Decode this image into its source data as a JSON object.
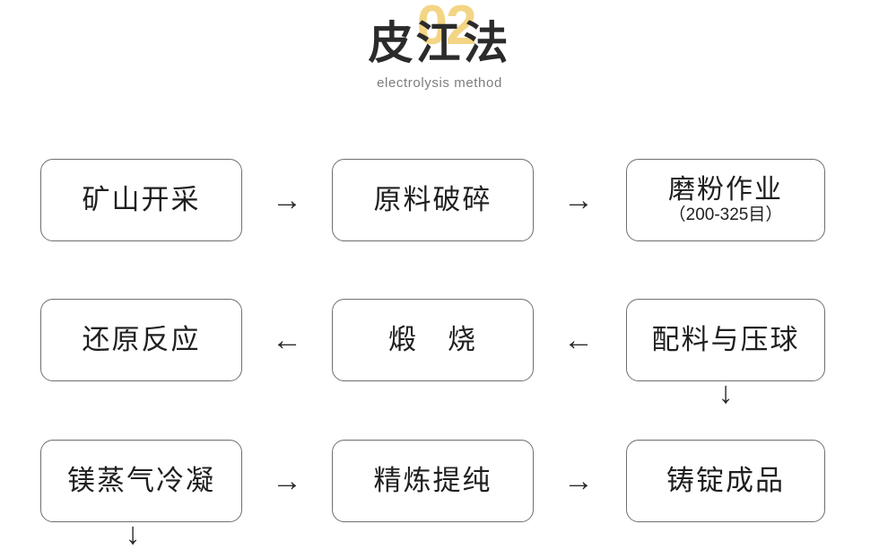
{
  "header": {
    "number": "02",
    "title": "皮江法",
    "subtitle": "electrolysis method",
    "number_color": "#F3D585",
    "title_color": "#2b2b2b"
  },
  "flowchart": {
    "type": "process-flow",
    "box_border_color": "#6f6f6f",
    "arrow_color": "#2b2b2b",
    "rows": [
      {
        "direction": "left-to-right",
        "nodes": [
          {
            "main": "矿山开采",
            "sub": ""
          },
          {
            "main": "原料破碎",
            "sub": ""
          },
          {
            "main": "磨粉作业",
            "sub": "（200-325目）"
          }
        ],
        "arrows": [
          "→",
          "→"
        ]
      },
      {
        "direction": "right-to-left",
        "nodes": [
          {
            "main": "还原反应",
            "sub": ""
          },
          {
            "main": "煅　烧",
            "sub": ""
          },
          {
            "main": "配料与压球",
            "sub": ""
          }
        ],
        "arrows": [
          "←",
          "←"
        ]
      },
      {
        "direction": "left-to-right",
        "nodes": [
          {
            "main": "镁蒸气冷凝",
            "sub": ""
          },
          {
            "main": "精炼提纯",
            "sub": ""
          },
          {
            "main": "铸锭成品",
            "sub": ""
          }
        ],
        "arrows": [
          "→",
          "→"
        ]
      }
    ],
    "vertical_connectors": [
      {
        "name": "row1-to-row2-right",
        "glyph": "↓"
      },
      {
        "name": "row2-to-row3-left",
        "glyph": "↓"
      }
    ]
  }
}
